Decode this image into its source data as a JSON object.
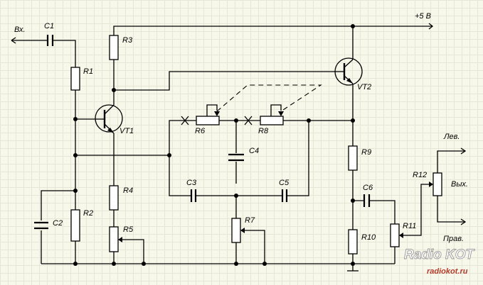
{
  "labels": {
    "input": "Вх.",
    "supply": "+5 В",
    "out_left": "Лев.",
    "out_mid": "Вых.",
    "out_right": "Прав.",
    "C1": "C1",
    "C2": "C2",
    "C3": "C3",
    "C4": "C4",
    "C5": "C5",
    "C6": "C6",
    "R1": "R1",
    "R2": "R2",
    "R3": "R3",
    "R4": "R4",
    "R5": "R5",
    "R6": "R6",
    "R7": "R7",
    "R8": "R8",
    "R9": "R9",
    "R10": "R10",
    "R11": "R11",
    "R12": "R12",
    "VT1": "VT1",
    "VT2": "VT2"
  },
  "watermark": {
    "logo": "Radio KOT",
    "url": "radiokot.ru"
  }
}
